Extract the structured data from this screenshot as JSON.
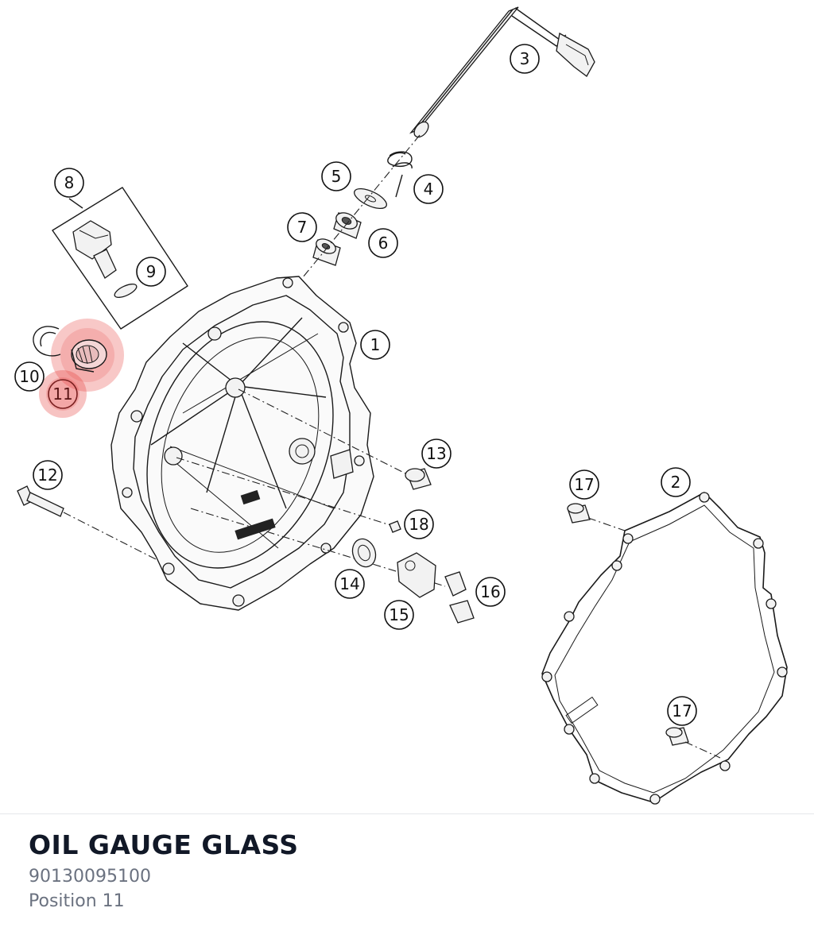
{
  "part": {
    "title": "OIL GAUGE GLASS",
    "number": "90130095100",
    "position": "Position 11"
  },
  "diagram": {
    "selected_callout": "11",
    "highlight_color": "#e53935",
    "callouts": [
      "1",
      "2",
      "3",
      "4",
      "5",
      "6",
      "7",
      "8",
      "9",
      "10",
      "11",
      "12",
      "13",
      "14",
      "15",
      "16",
      "17",
      "17",
      "18"
    ]
  }
}
